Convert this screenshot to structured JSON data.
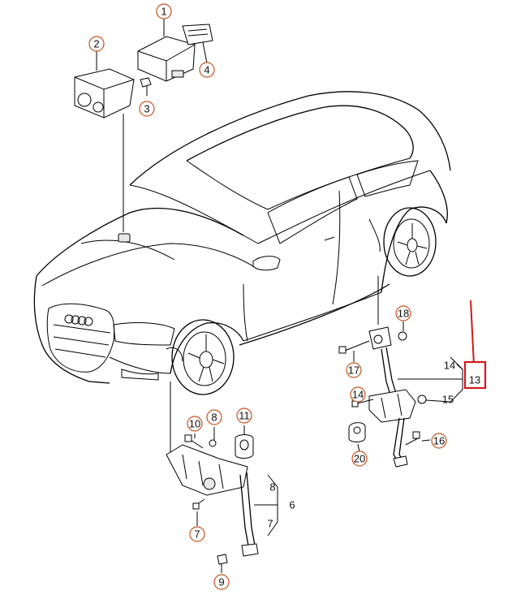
{
  "diagram": {
    "callouts": [
      {
        "id": "c1",
        "label": "1"
      },
      {
        "id": "c2",
        "label": "2"
      },
      {
        "id": "c3",
        "label": "3"
      },
      {
        "id": "c4",
        "label": "4"
      },
      {
        "id": "c18",
        "label": "18"
      },
      {
        "id": "c17",
        "label": "17"
      },
      {
        "id": "c14a",
        "label": "14"
      },
      {
        "id": "c14b",
        "label": "14"
      },
      {
        "id": "c15",
        "label": "15"
      },
      {
        "id": "c13",
        "label": "13"
      },
      {
        "id": "c16",
        "label": "16"
      },
      {
        "id": "c20",
        "label": "20"
      },
      {
        "id": "c10",
        "label": "10"
      },
      {
        "id": "c8a",
        "label": "8"
      },
      {
        "id": "c11",
        "label": "11"
      },
      {
        "id": "c8b",
        "label": "8"
      },
      {
        "id": "c6",
        "label": "6"
      },
      {
        "id": "c7a",
        "label": "7"
      },
      {
        "id": "c7b",
        "label": "7"
      },
      {
        "id": "c9",
        "label": "9"
      }
    ],
    "highlight_color": "#d21a1a",
    "callout_color": "#c8501e"
  }
}
